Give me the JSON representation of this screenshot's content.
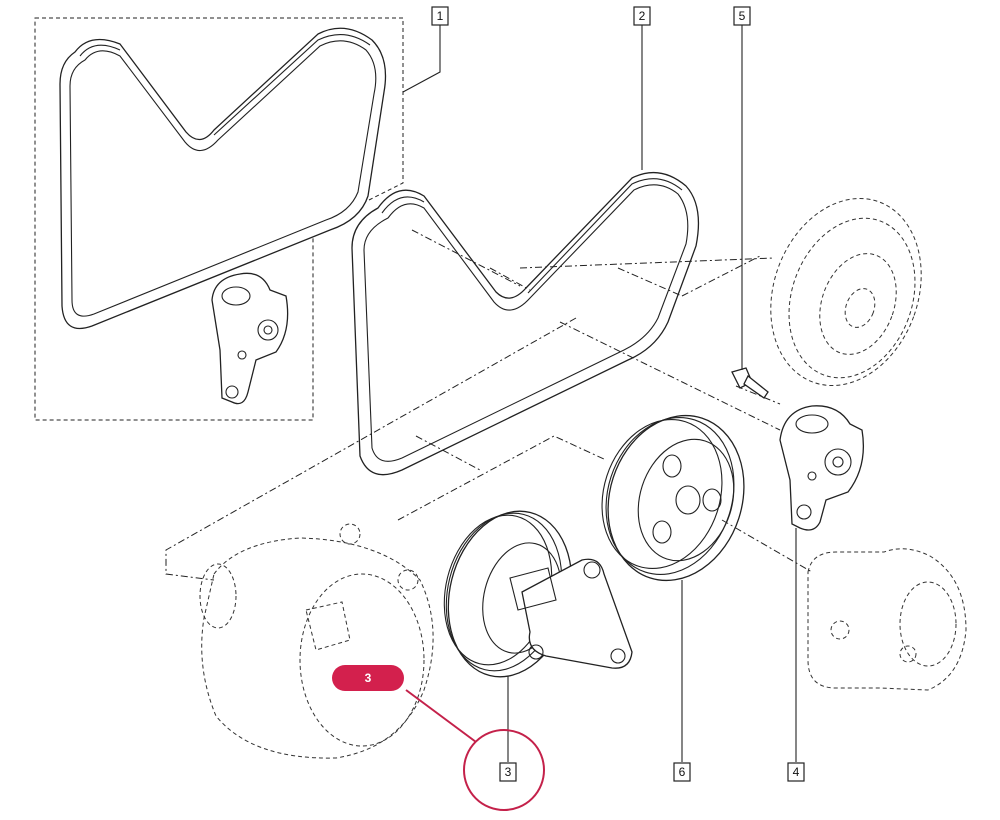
{
  "callouts": [
    {
      "id": "1",
      "label": "1"
    },
    {
      "id": "2",
      "label": "2"
    },
    {
      "id": "5",
      "label": "5"
    },
    {
      "id": "3",
      "label": "3"
    },
    {
      "id": "6",
      "label": "6"
    },
    {
      "id": "4",
      "label": "4"
    }
  ],
  "selected_badge": {
    "label": "3"
  },
  "colors": {
    "highlight": "#d3204d",
    "line": "#222222",
    "background": "#ffffff"
  }
}
